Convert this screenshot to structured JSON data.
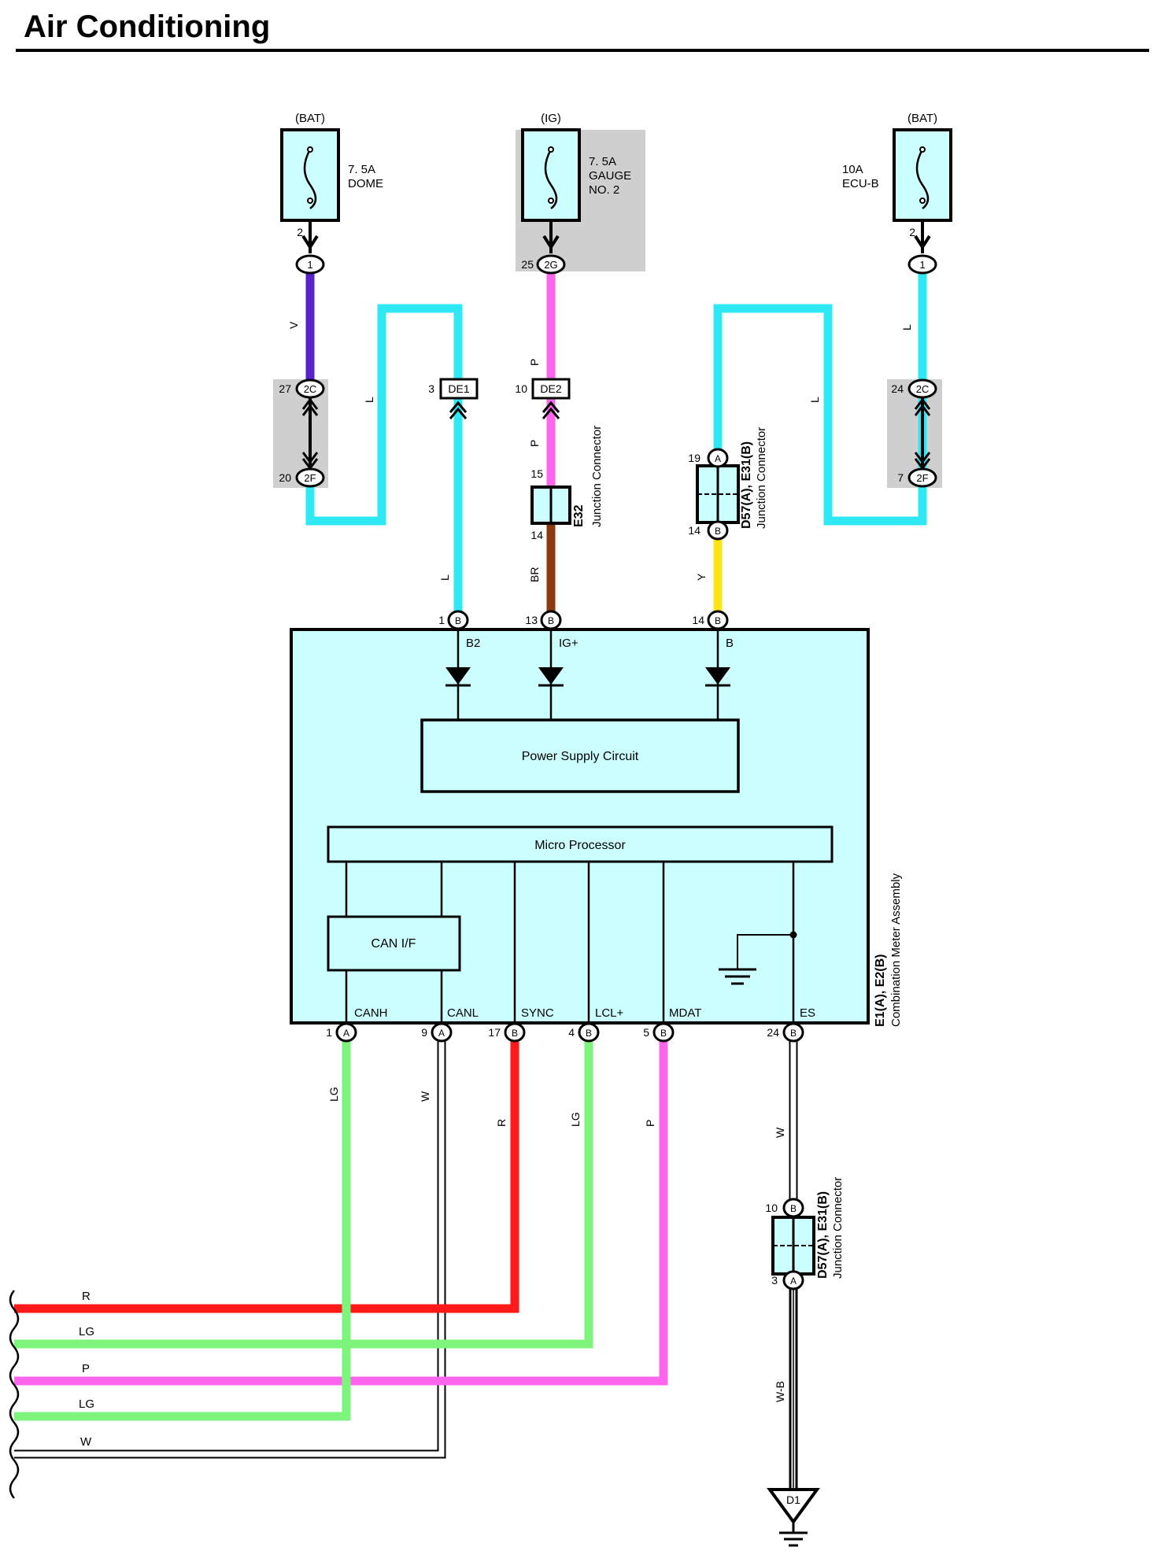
{
  "title": "Air Conditioning",
  "colors": {
    "cyan": "#2EE8F4",
    "violet": "#5522CC",
    "pink": "#FF66EE",
    "brown": "#8B3A10",
    "yellow": "#FFE516",
    "red": "#FF1A1A",
    "lightgreen": "#7DF57D",
    "white": "#FFFFFF",
    "box_fill": "#CCFFFF",
    "gray": "#CFCFCF"
  },
  "fuses": {
    "dome": {
      "source": "(BAT)",
      "rating": "7. 5A",
      "name": "DOME",
      "pin": "2",
      "conn_label": "1"
    },
    "gauge": {
      "source": "(IG)",
      "rating": "7. 5A",
      "name1": "GAUGE",
      "name2": "NO. 2",
      "pin": "25",
      "conn_label": "2G"
    },
    "ecu": {
      "source": "(BAT)",
      "rating": "10A",
      "name": "ECU-B",
      "pin": "2",
      "conn_label": "1"
    }
  },
  "wire_colors": {
    "v": "V",
    "l": "L",
    "p": "P",
    "br": "BR",
    "y": "Y",
    "lg": "LG",
    "w": "W",
    "r": "R",
    "wb": "W-B"
  },
  "connectors": {
    "left_2c": {
      "pin": "27",
      "label": "2C"
    },
    "left_2f": {
      "pin": "20",
      "label": "2F"
    },
    "right_2c": {
      "pin": "24",
      "label": "2C"
    },
    "right_2f": {
      "pin": "7",
      "label": "2F"
    },
    "de1": {
      "pin": "3",
      "label": "DE1"
    },
    "de2": {
      "pin": "10",
      "label": "DE2"
    },
    "e32_top": "15",
    "e32_bottom": "14",
    "d57_top": {
      "pin": "19",
      "label": "A"
    },
    "d57_bottom": {
      "pin": "14",
      "label": "B"
    },
    "d57_lower_top": {
      "pin": "10",
      "label": "B"
    },
    "d57_lower_bottom": {
      "pin": "3",
      "label": "A"
    }
  },
  "junctions": {
    "e32": {
      "code": "E32",
      "desc": "Junction Connector"
    },
    "d57": {
      "code": "D57(A), E31(B)",
      "desc": "Junction Connector"
    }
  },
  "meter": {
    "code": "E1(A), E2(B)",
    "desc": "Combination Meter Assembly",
    "power_circuit": "Power Supply Circuit",
    "micro": "Micro Processor",
    "can_if": "CAN I/F",
    "top_pins": [
      {
        "num": "1",
        "letter": "B",
        "signal": "B2"
      },
      {
        "num": "13",
        "letter": "B",
        "signal": "IG+"
      },
      {
        "num": "14",
        "letter": "B",
        "signal": "B"
      }
    ],
    "bottom_pins": [
      {
        "num": "1",
        "letter": "A",
        "signal": "CANH"
      },
      {
        "num": "9",
        "letter": "A",
        "signal": "CANL"
      },
      {
        "num": "17",
        "letter": "B",
        "signal": "SYNC"
      },
      {
        "num": "4",
        "letter": "B",
        "signal": "LCL+"
      },
      {
        "num": "5",
        "letter": "B",
        "signal": "MDAT"
      },
      {
        "num": "24",
        "letter": "B",
        "signal": "ES"
      }
    ]
  },
  "bus_labels": [
    "R",
    "LG",
    "P",
    "LG",
    "W"
  ],
  "ground": "D1"
}
